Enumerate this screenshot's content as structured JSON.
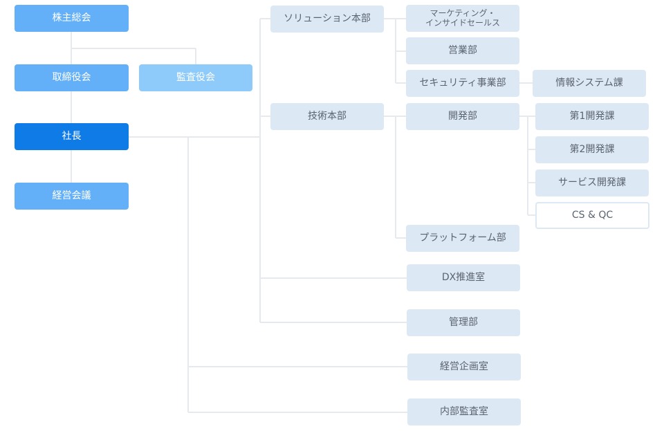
{
  "governance": {
    "shareholders": "株主総会",
    "board": "取締役会",
    "auditors": "監査役会",
    "president": "社長",
    "management_meeting": "経営会議"
  },
  "divisions": {
    "solution": "ソリューション本部",
    "technology": "技術本部"
  },
  "departments": {
    "marketing_insidesales": "マーケティング・\nインサイドセールス",
    "sales": "営業部",
    "security": "セキュリティ事業部",
    "development": "開発部",
    "platform": "プラットフォーム部",
    "dx": "DX推進室",
    "administration": "管理部",
    "corporate_planning": "経営企画室",
    "internal_audit": "内部監査室"
  },
  "sections": {
    "info_systems": "情報システム課",
    "dev1": "第1開発課",
    "dev2": "第2開発課",
    "service_dev": "サービス開発課",
    "cs_qc": "CS & QC"
  },
  "colors": {
    "governance": "#64b0f8",
    "auditors": "#8ecbfa",
    "president": "#0f7be6",
    "unit": "#dde8f5",
    "connector": "#e6e9ee"
  }
}
